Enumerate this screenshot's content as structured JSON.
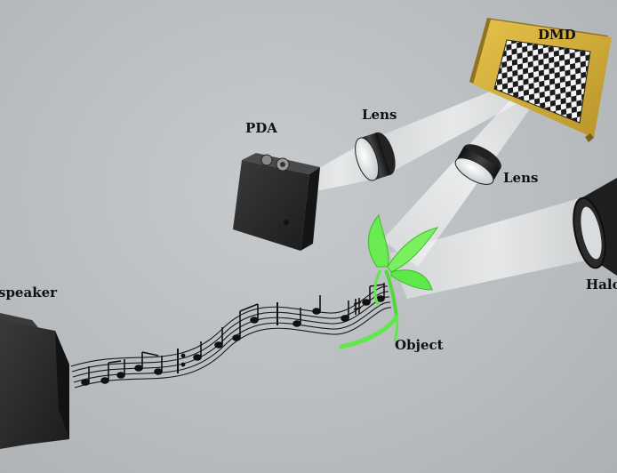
{
  "labels": {
    "dmd": "DMD",
    "pda": "PDA",
    "lens_top": "Lens",
    "lens_right": "Lens",
    "halogen": "Halo",
    "speaker": "speaker",
    "object": "Object"
  },
  "colors": {
    "background": "#bcc0c2",
    "dmd_frame": "#d8b43a",
    "leaf": "#5fe84a",
    "device": "#2b2b2b",
    "light_beam": "#eef2f4"
  }
}
